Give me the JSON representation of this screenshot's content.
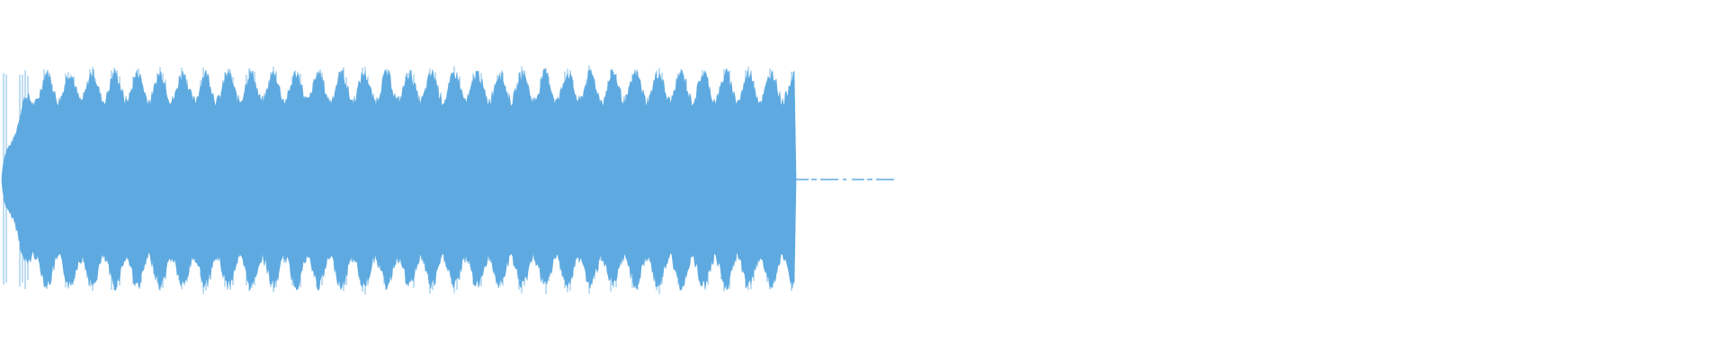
{
  "waveform": {
    "color": "#5eaae0",
    "duration_fraction_active": 0.46,
    "tail_fraction_end": 0.52,
    "pulse_count": 35,
    "peak_amplitude": 0.92,
    "base_amplitude": 0.68
  }
}
